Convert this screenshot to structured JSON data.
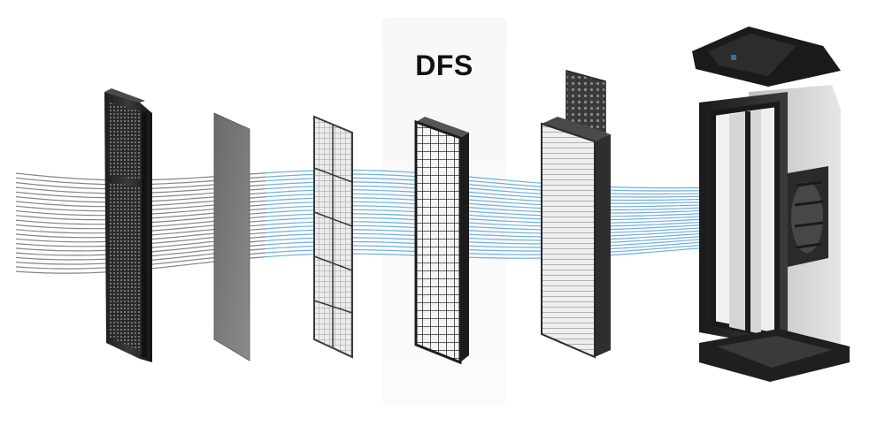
{
  "label": "DFS",
  "colors": {
    "flow_gray": "#6e6e6e",
    "flow_blue": "#5ea6d8",
    "frame_dark": "#2b2b2b",
    "panel_gray": "#8c8c8c",
    "hepa_light": "#e9e9e9"
  },
  "components": [
    "prefilter-grille",
    "carbon-prefilter-sheet",
    "mesh-prefilter-panel",
    "dfs-grid-cartridge",
    "hepa-pleated-filter",
    "purifier-housing"
  ]
}
